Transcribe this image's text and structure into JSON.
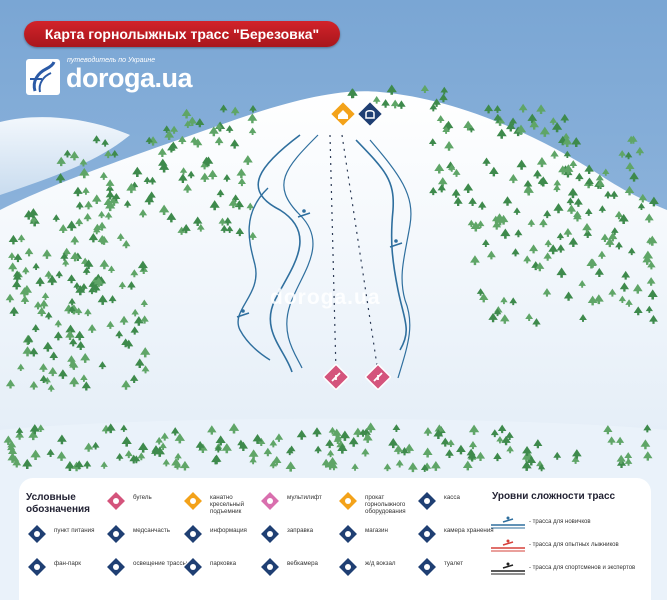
{
  "map": {
    "title": "Карта горнолыжных трасс \"Березовка\"",
    "logo_tagline": "путеводитель по Украине",
    "logo_text": "doroga.ua",
    "watermark": "doroga.ua",
    "colors": {
      "sky": "#8db4dc",
      "snow": "#eef4fb",
      "tree": "#3e8a4c",
      "lift_line": "#2b3a55",
      "trail": "#2f6f9e",
      "title_red": "#c81e25"
    }
  },
  "top_icons": [
    {
      "name": "rental-icon",
      "color": "#f3a21a"
    },
    {
      "name": "ticket-office-icon",
      "color": "#1f3f73"
    }
  ],
  "bottom_icons": [
    {
      "name": "drag-lift-icon",
      "color": "#d4547c"
    },
    {
      "name": "drag-lift-icon",
      "color": "#d4547c"
    }
  ],
  "legend": {
    "title": "Условные обозначения",
    "items": [
      {
        "label": "бугель",
        "icon": "drag-lift-icon",
        "color": "#d4547c"
      },
      {
        "label": "канатно кресельный подъемник",
        "icon": "chairlift-icon",
        "color": "#f3a21a"
      },
      {
        "label": "мультилифт",
        "icon": "multilift-icon",
        "color": "#d96fae"
      },
      {
        "label": "прокат горнолыжного оборудования",
        "icon": "rental-icon",
        "color": "#f3a21a"
      },
      {
        "label": "касса",
        "icon": "ticket-office-icon",
        "color": "#1f3f73"
      },
      {
        "label": "пункт питания",
        "icon": "food-icon",
        "color": "#1f3f73"
      },
      {
        "label": "медсанчасть",
        "icon": "medical-icon",
        "color": "#1f3f73"
      },
      {
        "label": "информация",
        "icon": "info-icon",
        "color": "#1f3f73"
      },
      {
        "label": "заправка",
        "icon": "fuel-icon",
        "color": "#1f3f73"
      },
      {
        "label": "магазин",
        "icon": "shop-icon",
        "color": "#1f3f73"
      },
      {
        "label": "камера хранения",
        "icon": "storage-icon",
        "color": "#1f3f73"
      },
      {
        "label": "фан-парк",
        "icon": "fun-park-icon",
        "color": "#1f3f73"
      },
      {
        "label": "освещение трассы",
        "icon": "lighting-icon",
        "color": "#1f3f73"
      },
      {
        "label": "парковка",
        "icon": "parking-icon",
        "color": "#1f3f73"
      },
      {
        "label": "вебкамера",
        "icon": "webcam-icon",
        "color": "#1f3f73"
      },
      {
        "label": "ж/д вокзал",
        "icon": "train-station-icon",
        "color": "#1f3f73"
      },
      {
        "label": "туалет",
        "icon": "toilet-icon",
        "color": "#1f3f73"
      }
    ]
  },
  "levels": {
    "title": "Уровни сложности трасс",
    "items": [
      {
        "label": "- трасса для новичков",
        "color": "#2f6f9e"
      },
      {
        "label": "- трасса для опытных лыжников",
        "color": "#d6403a"
      },
      {
        "label": "- трасса для спортсменов и экспертов",
        "color": "#222222"
      }
    ]
  }
}
